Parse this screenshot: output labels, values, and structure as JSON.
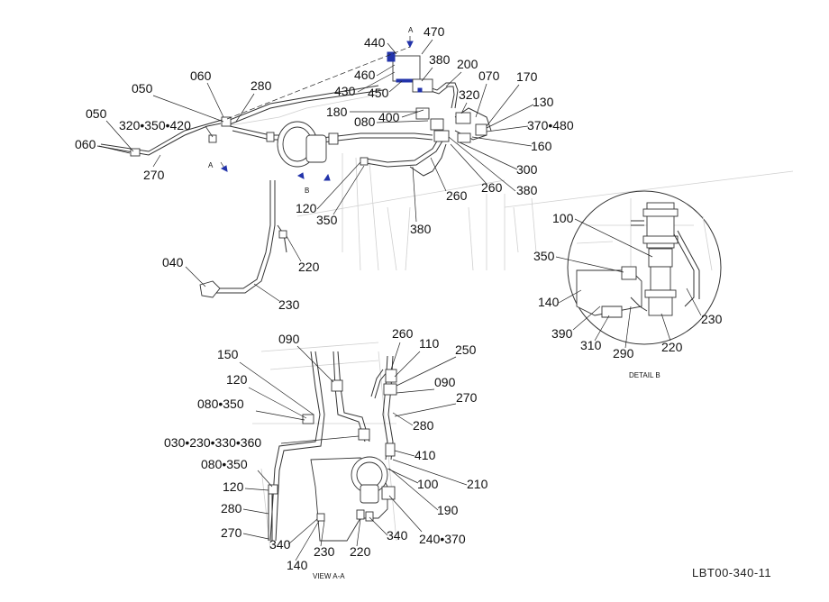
{
  "drawing_code": "LBT00-340-11",
  "views": {
    "main": {
      "labels": [
        "440",
        "A",
        "470",
        "060",
        "050",
        "280",
        "460",
        "380",
        "200",
        "430",
        "450",
        "070",
        "170",
        "320",
        "130",
        "050",
        "320•350•420",
        "180",
        "400",
        "080",
        "370•480",
        "060",
        "160",
        "270",
        "A",
        "300",
        "260",
        "380",
        "B",
        "260",
        "120",
        "350",
        "380",
        "220",
        "040",
        "230"
      ]
    },
    "detail_b": {
      "title": "DETAIL B",
      "labels": [
        "100",
        "350",
        "140",
        "390",
        "310",
        "290",
        "220",
        "230"
      ]
    },
    "view_aa": {
      "title": "VIEW A-A",
      "labels": [
        "090",
        "260",
        "110",
        "250",
        "150",
        "120",
        "090",
        "080•350",
        "270",
        "280",
        "030•230•330•360",
        "410",
        "080•350",
        "210",
        "100",
        "120",
        "190",
        "280",
        "270",
        "340",
        "340",
        "240•370",
        "230",
        "220",
        "140"
      ]
    }
  }
}
